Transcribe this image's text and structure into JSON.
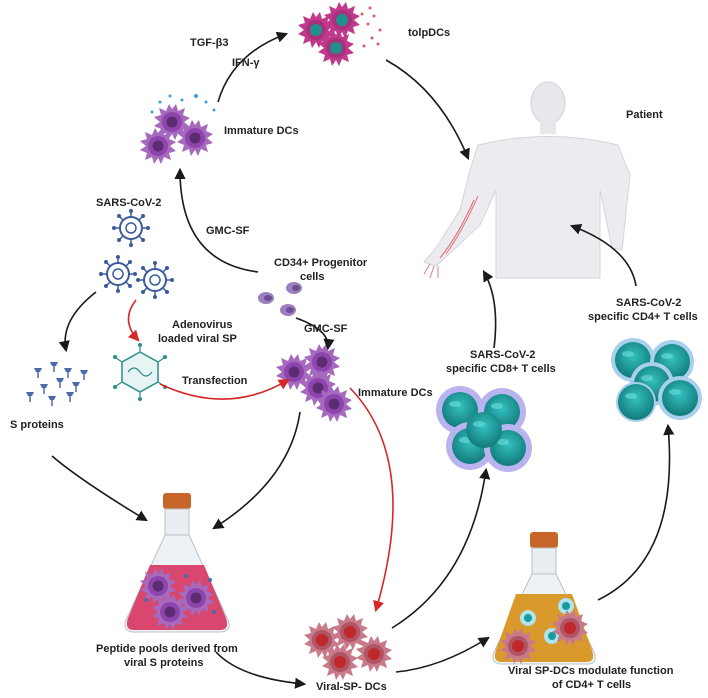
{
  "labels": {
    "tgf": "TGF-β3",
    "ifn": "IFN-γ",
    "tolpdcs": "tolpDCs",
    "patient": "Patient",
    "immature_dcs_top": "Immature DCs",
    "sars_cov2": "SARS-CoV-2",
    "gmc_sf_left": "GMC-SF",
    "cd34_line1": "CD34+ Progenitor",
    "cd34_line2": "cells",
    "adeno_line1": "Adenovirus",
    "adeno_line2": "loaded viral SP",
    "gmc_sf_right": "GMC-SF",
    "transfection": "Transfection",
    "immature_dcs_mid": "Immature DCs",
    "s_proteins": "S proteins",
    "cd8_line1": "SARS-CoV-2",
    "cd8_line2": "specific  CD8+ T cells",
    "cd4_line1": "SARS-CoV-2",
    "cd4_line2": "specific  CD4+ T cells",
    "peptide_line1": "Peptide pools derived from",
    "peptide_line2": "viral S proteins",
    "viral_sp_dcs": "Viral-SP- DCs",
    "modulate_line1": "Viral SP-DCs modulate  function",
    "modulate_line2": "of CD4+ T cells"
  },
  "colors": {
    "dc_purple": "#9b59b6",
    "dc_dark": "#5b2c6f",
    "tol_nucleus": "#1f8f8f",
    "virus_blue": "#3b5b9a",
    "arrow_black": "#1a1a1a",
    "arrow_red": "#d62828",
    "flask_pink": "#d9476e",
    "flask_orange": "#d99a2b",
    "tcell_cd8": "#b9b3f0",
    "tcell_cd4": "#a8cfee",
    "tcell_nucleus": "#1a9b9b",
    "skin": "#e9e9ee"
  }
}
